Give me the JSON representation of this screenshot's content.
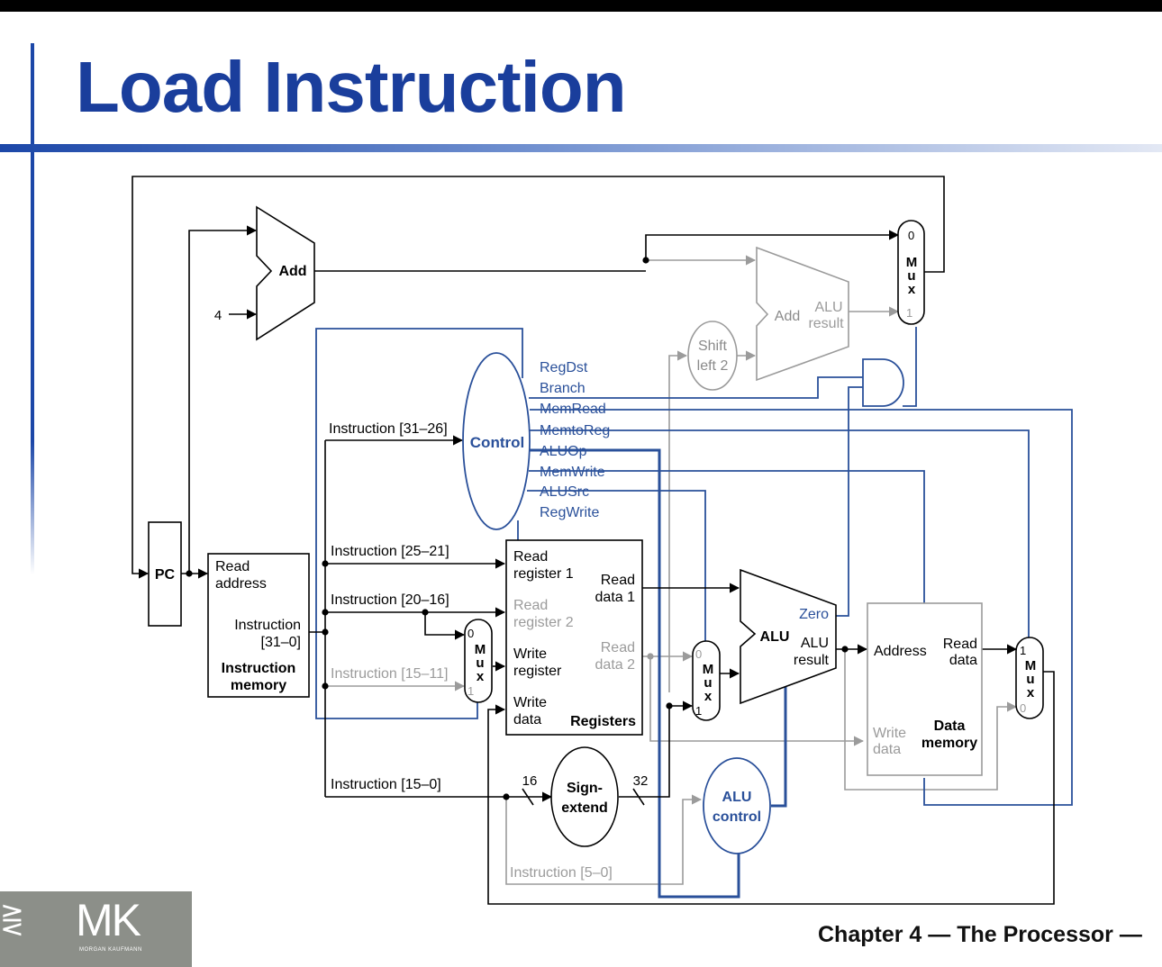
{
  "title": "Load Instruction",
  "footer": "Chapter 4 — The Processor —",
  "logo": {
    "mark": "MK",
    "publisher": "MORGAN KAUFMANN"
  },
  "colors": {
    "title": "#1a3e9c",
    "control_path": "#2a509a",
    "inactive": "#9b9b9b",
    "active": "#000000"
  },
  "blocks": {
    "pc": "PC",
    "add": "Add",
    "four": "4",
    "branch_add": "Add",
    "branch_add_result": [
      "ALU",
      "result"
    ],
    "shift": [
      "Shift",
      "left 2"
    ],
    "control": "Control",
    "alu": "ALU",
    "alu_zero": "Zero",
    "alu_result": [
      "ALU",
      "result"
    ],
    "alu_control": [
      "ALU",
      "control"
    ],
    "sign_extend": [
      "Sign-",
      "extend"
    ],
    "mux_label": [
      "M",
      "u",
      "x"
    ]
  },
  "instruction_memory": {
    "read_address": [
      "Read",
      "address"
    ],
    "instruction": [
      "Instruction",
      "[31–0]"
    ],
    "name": [
      "Instruction",
      "memory"
    ]
  },
  "registers": {
    "read_register_1": [
      "Read",
      "register 1"
    ],
    "read_register_2": [
      "Read",
      "register 2"
    ],
    "write_register": [
      "Write",
      "register"
    ],
    "write_data": [
      "Write",
      "data"
    ],
    "read_data_1": [
      "Read",
      "data 1"
    ],
    "read_data_2": [
      "Read",
      "data 2"
    ],
    "name": "Registers"
  },
  "data_memory": {
    "address": "Address",
    "read_data": [
      "Read",
      "data"
    ],
    "write_data": [
      "Write",
      "data"
    ],
    "name": [
      "Data",
      "memory"
    ]
  },
  "control_signals": [
    "RegDst",
    "Branch",
    "MemRead",
    "MemtoReg",
    "ALUOp",
    "MemWrite",
    "ALUSrc",
    "RegWrite"
  ],
  "instruction_fields": {
    "op": "Instruction [31–26]",
    "rs": "Instruction [25–21]",
    "rt": "Instruction [20–16]",
    "rd": "Instruction [15–11]",
    "imm": "Instruction [15–0]",
    "funct": "Instruction [5–0]"
  },
  "bit_widths": {
    "in": "16",
    "out": "32"
  }
}
